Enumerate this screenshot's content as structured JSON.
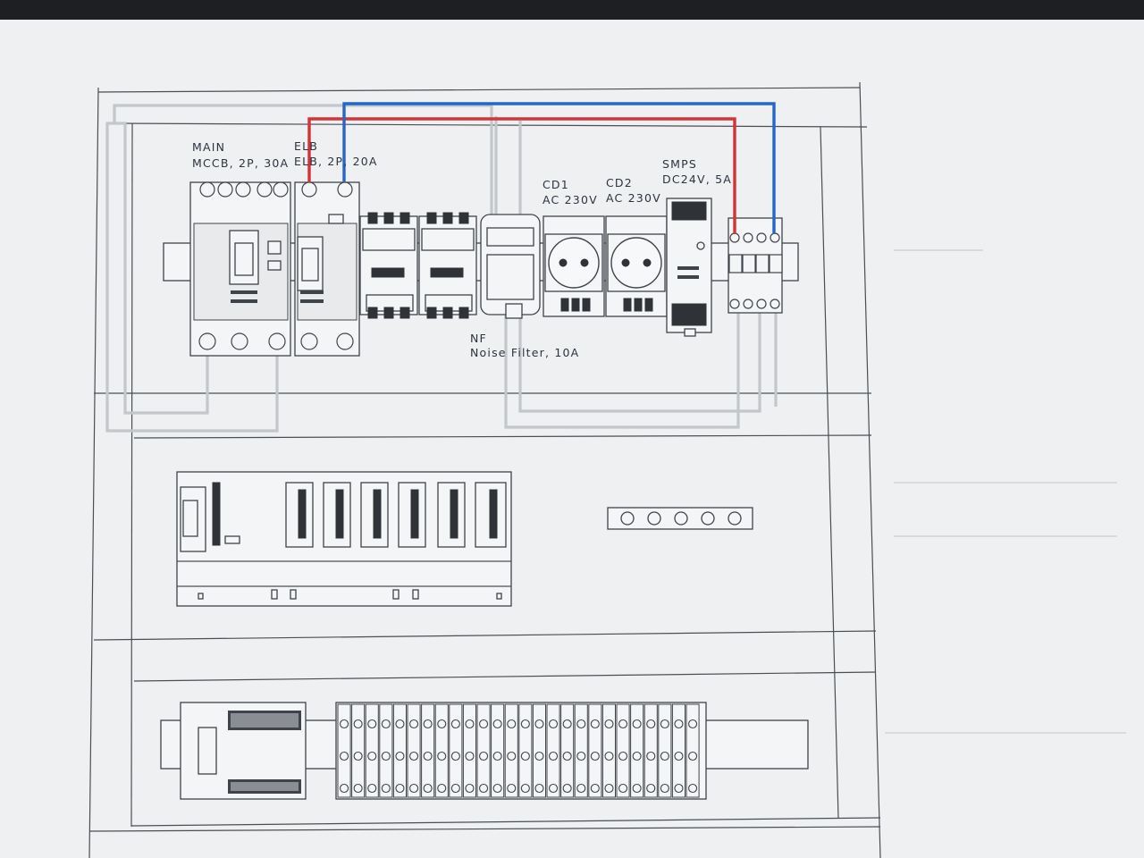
{
  "labels": {
    "main_title": "MAIN",
    "main_spec": "MCCB, 2P, 30A",
    "elb_title": "ELB",
    "elb_spec": "ELB, 2P, 20A",
    "cd1_title": "CD1",
    "cd1_spec": "AC 230V",
    "cd2_title": "CD2",
    "cd2_spec": "AC 230V",
    "smps_title": "SMPS",
    "smps_spec": "DC24V, 5A",
    "nf_title": "NF",
    "nf_spec": "Noise Filter, 10A"
  },
  "colors": {
    "background": "#e8ebee",
    "paper": "#f7f8f9",
    "line": "#4a4f56",
    "wire_live": "#d2343b",
    "wire_neutral": "#2467c9",
    "wire_gray": "#c3c6ca"
  },
  "components": [
    {
      "id": "main-mccb",
      "icon": "circuit-breaker-icon"
    },
    {
      "id": "elb",
      "icon": "earth-leakage-breaker-icon"
    },
    {
      "id": "contactor-1",
      "icon": "contactor-icon"
    },
    {
      "id": "contactor-2",
      "icon": "contactor-icon"
    },
    {
      "id": "noise-filter",
      "icon": "noise-filter-icon"
    },
    {
      "id": "cd1",
      "icon": "socket-outlet-icon"
    },
    {
      "id": "cd2",
      "icon": "socket-outlet-icon"
    },
    {
      "id": "smps",
      "icon": "power-supply-icon"
    },
    {
      "id": "terminal-block-small",
      "icon": "terminal-block-icon"
    },
    {
      "id": "plc-rack",
      "icon": "plc-rack-icon"
    },
    {
      "id": "terminal-strip-5",
      "icon": "terminal-strip-icon"
    },
    {
      "id": "io-module",
      "icon": "io-module-icon"
    },
    {
      "id": "terminal-block-long",
      "icon": "terminal-block-icon"
    }
  ]
}
